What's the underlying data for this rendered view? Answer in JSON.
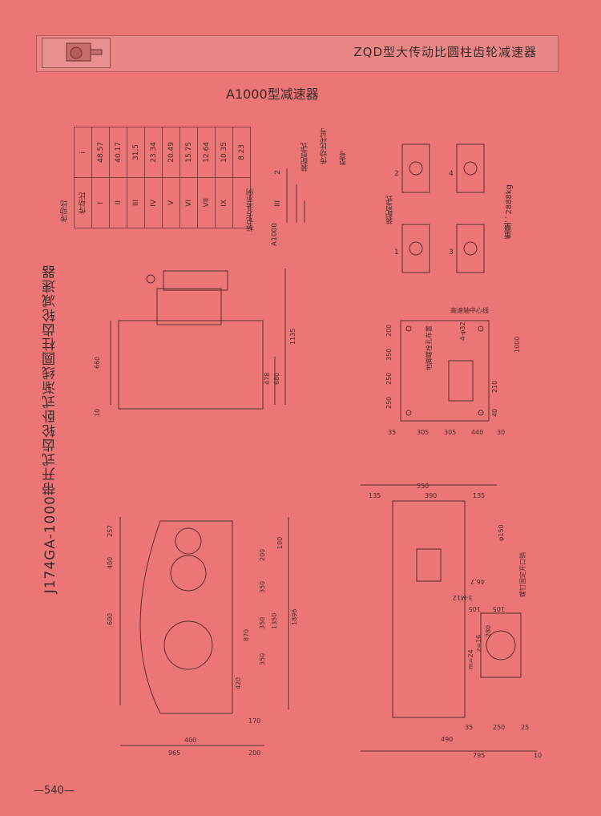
{
  "header": {
    "title": "ZQD型大传动比圆柱齿轮减速器"
  },
  "subtitle": "A1000型减速器",
  "side_title": "J174GA-1000带开式齿轮卧式渐线圆柱齿轮减速器",
  "page_number": "540",
  "ratio_table": {
    "header_label": "传动比",
    "label_row": "传动比",
    "numerals": [
      "I",
      "II",
      "III",
      "IV",
      "V",
      "VI",
      "VII",
      "IX"
    ],
    "values_row_label": "i",
    "values": [
      "48.57",
      "40.17",
      "31.5",
      "23.34",
      "20.49",
      "15.75",
      "12.64",
      "10.35",
      "8.23"
    ]
  },
  "notation": {
    "example_label": "标记方法示例",
    "model": "A1000",
    "ratio_code": "III",
    "assembly_code": "2",
    "assembly_type_label": "装配型式",
    "ratio_code_label": "传动比代号",
    "model_label": "型号"
  },
  "assembly": {
    "label": "装配型式",
    "codes": [
      "1",
      "2",
      "3",
      "4"
    ],
    "weight": "重量：2888kg"
  },
  "bolt_hole_label": "地脚螺栓孔布置",
  "center_label": "高速轴中心线",
  "dim_top_left": [
    "660",
    "478",
    "680",
    "1135",
    "10"
  ],
  "dim_front": [
    "257",
    "400",
    "600",
    "200",
    "350",
    "350",
    "1350",
    "870",
    "420",
    "1896",
    "350",
    "100",
    "170",
    "400",
    "965",
    "200"
  ],
  "dim_plan": [
    "200",
    "350",
    "250",
    "250",
    "35",
    "305",
    "305",
    "440",
    "30",
    "1000",
    "40",
    "210",
    "4-φ32"
  ],
  "dim_side": [
    "550",
    "135",
    "390",
    "135",
    "φ150",
    "46.7",
    "3-M12",
    "105",
    "105",
    "z=16",
    "m=24",
    "280",
    "35",
    "250",
    "25",
    "490",
    "795",
    "10"
  ],
  "notes_side": [
    "螺钉固定开口销"
  ]
}
